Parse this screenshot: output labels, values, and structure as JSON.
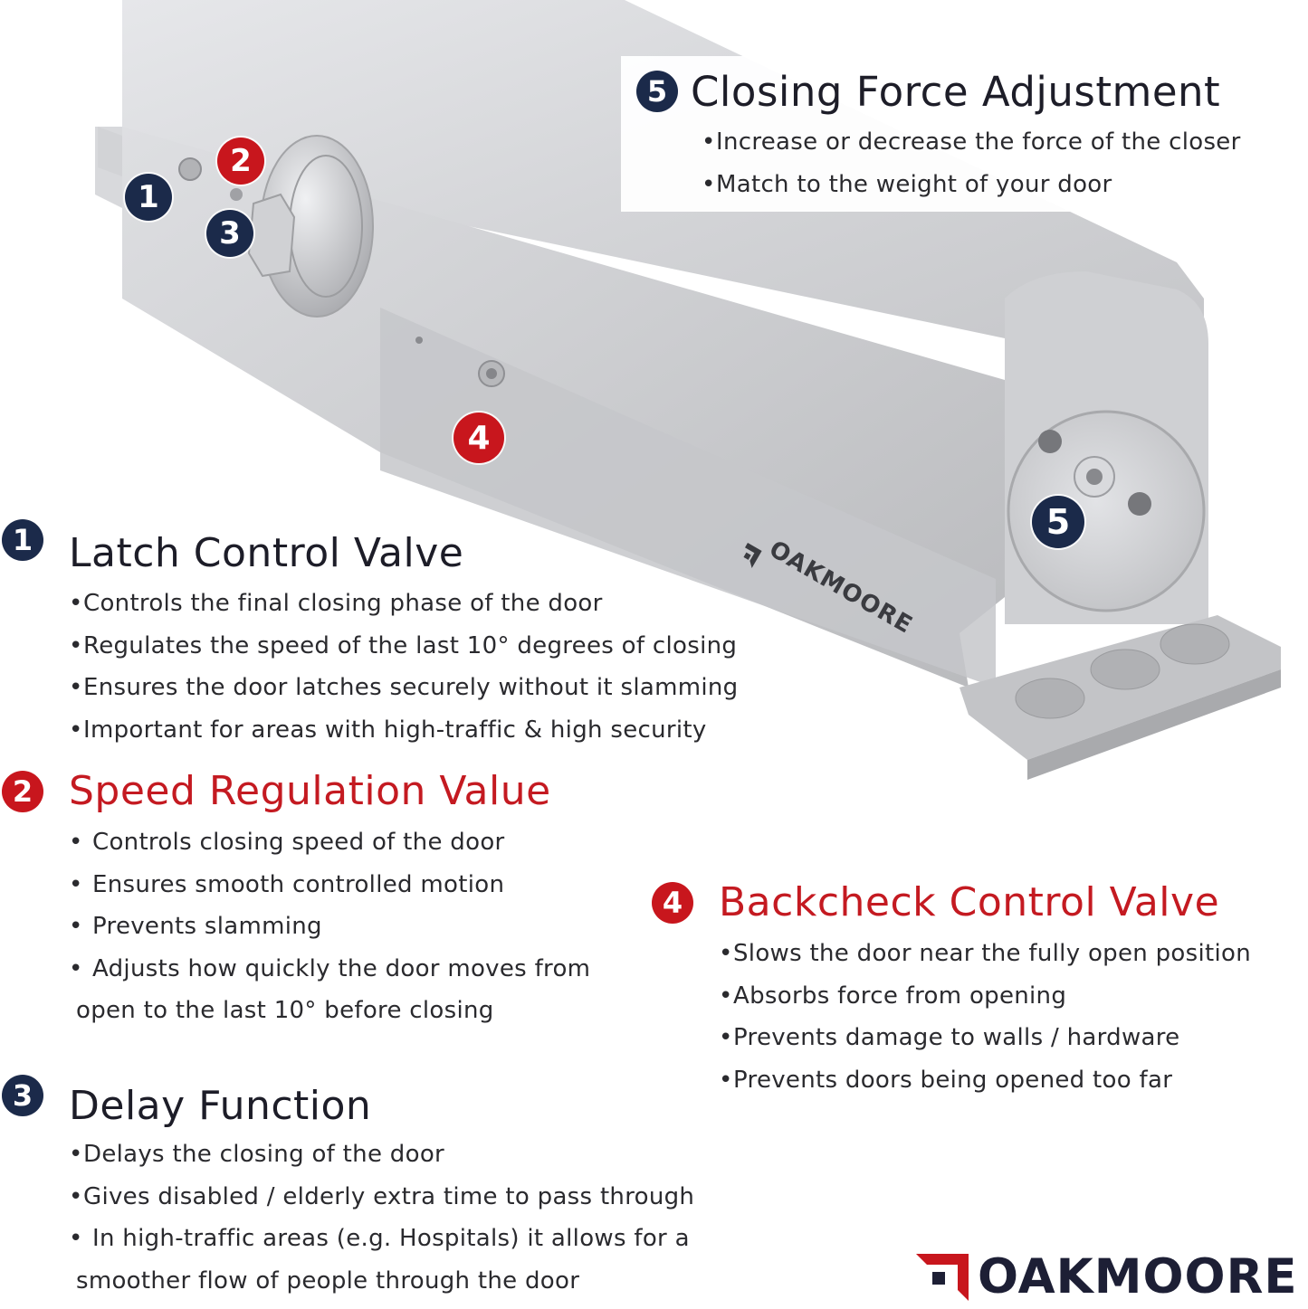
{
  "brand": {
    "name": "OAKMOORE",
    "colors": {
      "navy": "#1b2a4a",
      "red": "#c8161d",
      "text": "#2a2a2e",
      "body_silver": "#c9cacd"
    }
  },
  "markers": [
    {
      "number": "1",
      "color": "navy",
      "icon": "latch-valve-marker"
    },
    {
      "number": "2",
      "color": "red",
      "icon": "speed-valve-marker"
    },
    {
      "number": "3",
      "color": "navy",
      "icon": "delay-marker"
    },
    {
      "number": "4",
      "color": "red",
      "icon": "backcheck-marker"
    },
    {
      "number": "5",
      "color": "navy",
      "icon": "force-adjust-marker"
    }
  ],
  "product_engraving": "OAKMOORE",
  "sections": {
    "closing_force": {
      "number": "5",
      "title": "Closing Force Adjustment",
      "bullets": [
        "Increase or decrease the force of the closer",
        "Match to the weight of your door"
      ]
    },
    "latch_control": {
      "number": "1",
      "title": "Latch Control Valve",
      "bullets": [
        "Controls the final closing phase of the door",
        "Regulates the speed of the last 10° degrees of closing",
        "Ensures the door latches securely without it slamming",
        "Important for areas with high-traffic & high security"
      ]
    },
    "speed_regulation": {
      "number": "2",
      "title": "Speed Regulation Value",
      "bullets": [
        "Controls closing speed of the door",
        "Ensures smooth controlled motion",
        "Prevents slamming",
        "Adjusts how quickly the door moves from"
      ],
      "continuation": "open to the last 10° before closing"
    },
    "delay_function": {
      "number": "3",
      "title": "Delay Function",
      "bullets": [
        "Delays the closing of the door",
        "Gives disabled / elderly extra time to pass through",
        "In high-traffic areas (e.g. Hospitals) it allows for a"
      ],
      "continuation": "smoother flow of people through the door"
    },
    "backcheck_control": {
      "number": "4",
      "title": "Backcheck Control Valve",
      "bullets": [
        "Slows the door near the fully open position",
        "Absorbs force from opening",
        "Prevents damage to walls / hardware",
        "Prevents doors being opened too far"
      ]
    }
  },
  "bullet_glyph": "•"
}
